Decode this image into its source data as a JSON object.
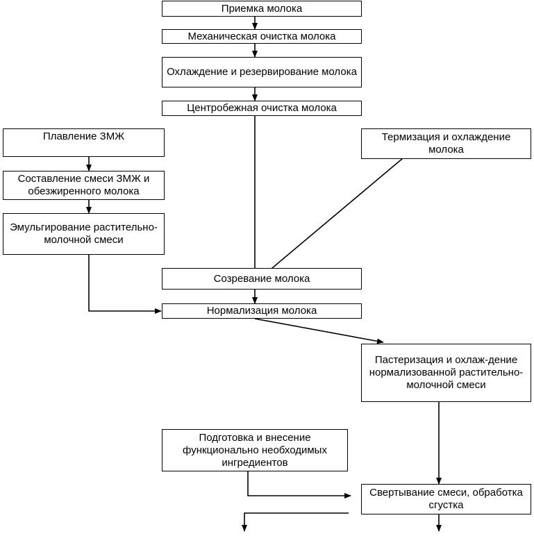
{
  "nodes": {
    "priemka": "Приемка молока",
    "mech": "Механическая очистка молока",
    "cool": "Охлаждение и резервирование молока",
    "centr": "Центробежная очистка молока",
    "melt": "Плавление ЗМЖ",
    "compose": "Составление смеси ЗМЖ и обезжиренного молока",
    "emuls": "Эмульгирование растительно-молочной смеси",
    "therm": "Термизация и охлаждение молока",
    "ripen": "Созревание молока",
    "norm": "Нормализация молока",
    "past": "Пастеризация и охлаж-дение нормализованной растительно-молочной смеси",
    "prep": "Подготовка и внесение функционально необходимых ингредиентов",
    "coag": "Свертывание смеси, обработка сгустка"
  }
}
